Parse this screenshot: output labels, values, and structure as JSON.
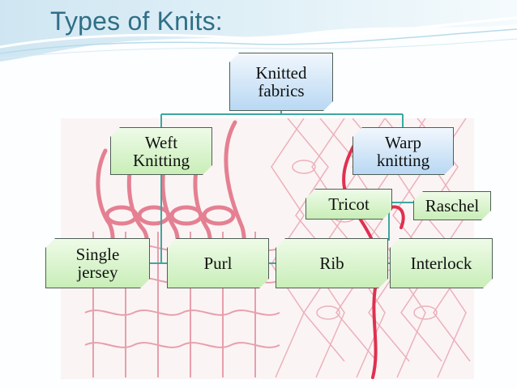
{
  "slide": {
    "title": "Types of Knits:",
    "colors": {
      "title": "#2f6f86",
      "green_node": "#c9eeb8",
      "blue_node": "#b9d8f3",
      "connector": "#3da8a0",
      "yarn": "#e0607a"
    }
  },
  "diagram": {
    "root": {
      "line1": "Knitted",
      "line2": "fabrics"
    },
    "weft": {
      "line1": "Weft",
      "line2": "Knitting"
    },
    "warp": {
      "line1": "Warp",
      "line2": "knitting"
    },
    "tricot": {
      "label": "Tricot"
    },
    "raschel": {
      "label": "Raschel"
    },
    "single_jersey": {
      "line1": "Single",
      "line2": "jersey"
    },
    "purl": {
      "label": "Purl"
    },
    "rib": {
      "label": "Rib"
    },
    "interlock": {
      "label": "Interlock"
    }
  }
}
